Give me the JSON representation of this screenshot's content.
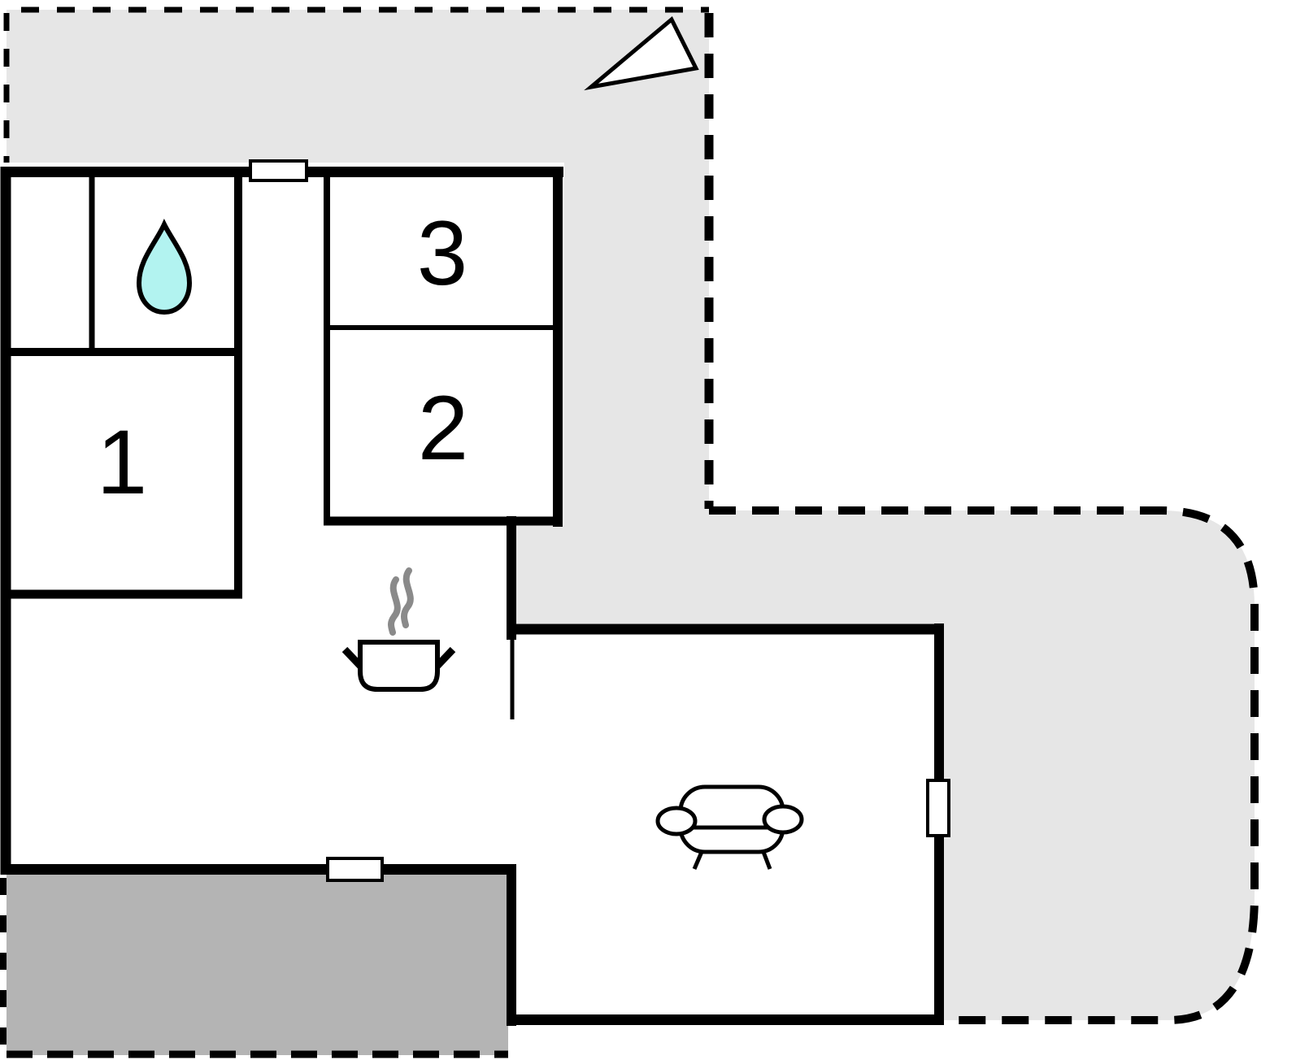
{
  "title": "Holiday home floor plan",
  "colors": {
    "outdoor_area": "#e6e6e6",
    "terrace": "#b4b4b4",
    "wall": "#000000",
    "water_drop": "#b2f3f0",
    "steam": "#8a8a8a",
    "background": "#ffffff"
  },
  "rooms": {
    "bedroom1": {
      "label": "1"
    },
    "bedroom2": {
      "label": "2"
    },
    "bedroom3": {
      "label": "3"
    }
  },
  "icons": [
    "north-arrow-icon",
    "water-drop-icon",
    "cooking-pot-icon",
    "steam-icon",
    "sofa-icon"
  ],
  "features": {
    "windows": 3,
    "boundary_style": "dashed",
    "terrace_position": "bottom-left"
  }
}
